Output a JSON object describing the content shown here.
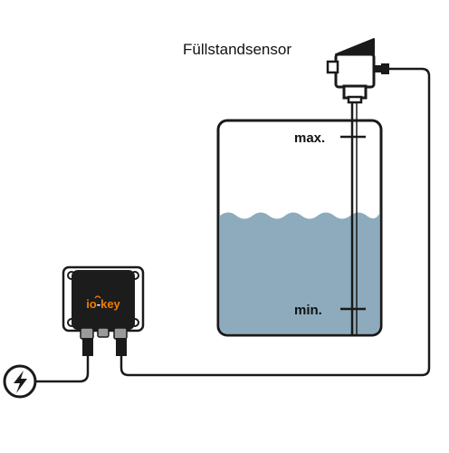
{
  "sensor": {
    "label": "Füllstandsensor"
  },
  "tank": {
    "max_label": "max.",
    "min_label": "min."
  },
  "device": {
    "brand_prefix": "io",
    "brand_suffix": "key",
    "brand_color": "#f07d00"
  },
  "colors": {
    "water": "#8dabbd",
    "line": "#1a1a1a",
    "device_body": "#1c1c1c"
  },
  "icons": {
    "power": "lightning-bolt-icon",
    "sensor": "level-sensor-icon"
  }
}
